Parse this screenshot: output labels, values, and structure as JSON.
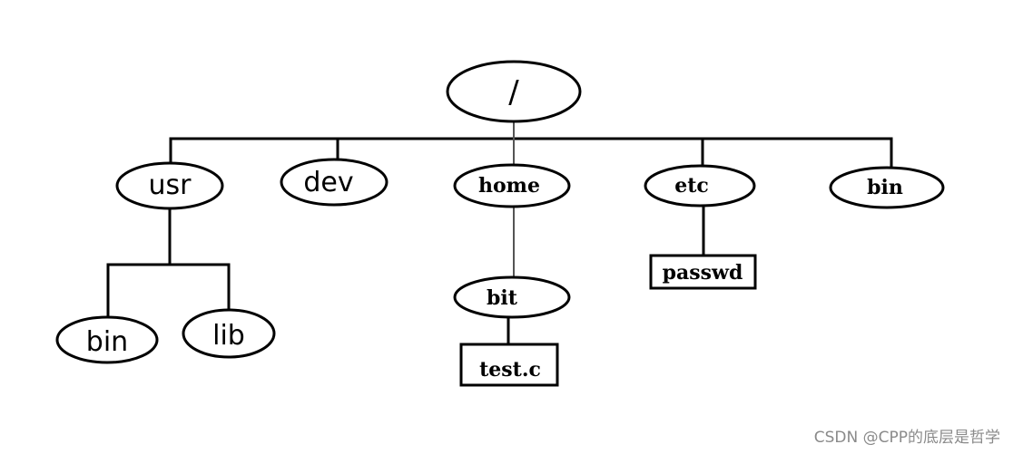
{
  "tree": {
    "root": "/",
    "usr": "usr",
    "dev": "dev",
    "home": "home",
    "etc": "etc",
    "bin_top": "bin",
    "usr_bin": "bin",
    "usr_lib": "lib",
    "home_bit": "bit",
    "bit_file": "test.c",
    "etc_file": "passwd"
  },
  "watermark": "CSDN @CPP的底层是哲学"
}
